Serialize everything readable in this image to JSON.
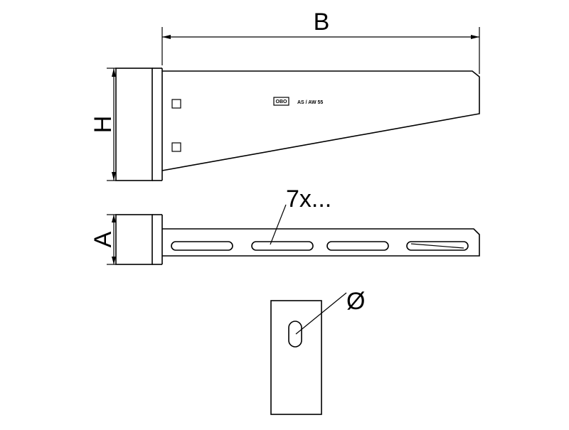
{
  "labels": {
    "width": "B",
    "height": "H",
    "flange": "A",
    "slot_count": "7x...",
    "diameter": "Ø"
  },
  "product_marking": {
    "logo": "OBO",
    "model": "AS / AW 55"
  },
  "colors": {
    "line": "#000000",
    "background": "#ffffff"
  }
}
